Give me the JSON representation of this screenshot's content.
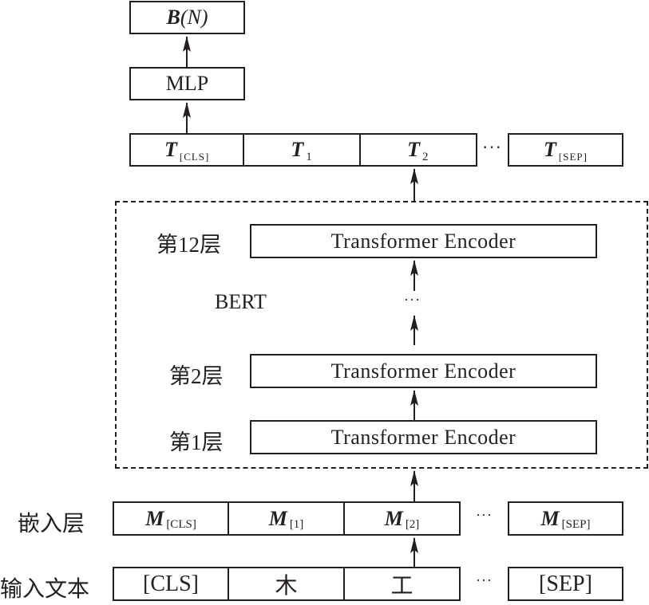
{
  "output": {
    "label_main": "B",
    "label_arg": "(N)",
    "mlp_label": "MLP"
  },
  "output_tokens": {
    "cells": [
      {
        "main": "T",
        "sub": "[CLS]"
      },
      {
        "main": "T",
        "sub": "1"
      },
      {
        "main": "T",
        "sub": "2"
      }
    ],
    "ellipsis": "···",
    "last": {
      "main": "T",
      "sub": "[SEP]"
    }
  },
  "bert": {
    "label": "BERT",
    "ellipsis": "···",
    "layers": [
      {
        "name": "第12层",
        "block": "Transformer Encoder"
      },
      {
        "name": "第2层",
        "block": "Transformer Encoder"
      },
      {
        "name": "第1层",
        "block": "Transformer Encoder"
      }
    ]
  },
  "embedding": {
    "row_label": "嵌入层",
    "cells": [
      {
        "main": "M",
        "sub": "[CLS]"
      },
      {
        "main": "M",
        "sub": "[1]"
      },
      {
        "main": "M",
        "sub": "[2]"
      }
    ],
    "ellipsis": "···",
    "last": {
      "main": "M",
      "sub": "[SEP]"
    }
  },
  "input": {
    "row_label": "输入文本",
    "cells": [
      "[CLS]",
      "木",
      "工"
    ],
    "ellipsis": "···",
    "last": "[SEP]"
  }
}
